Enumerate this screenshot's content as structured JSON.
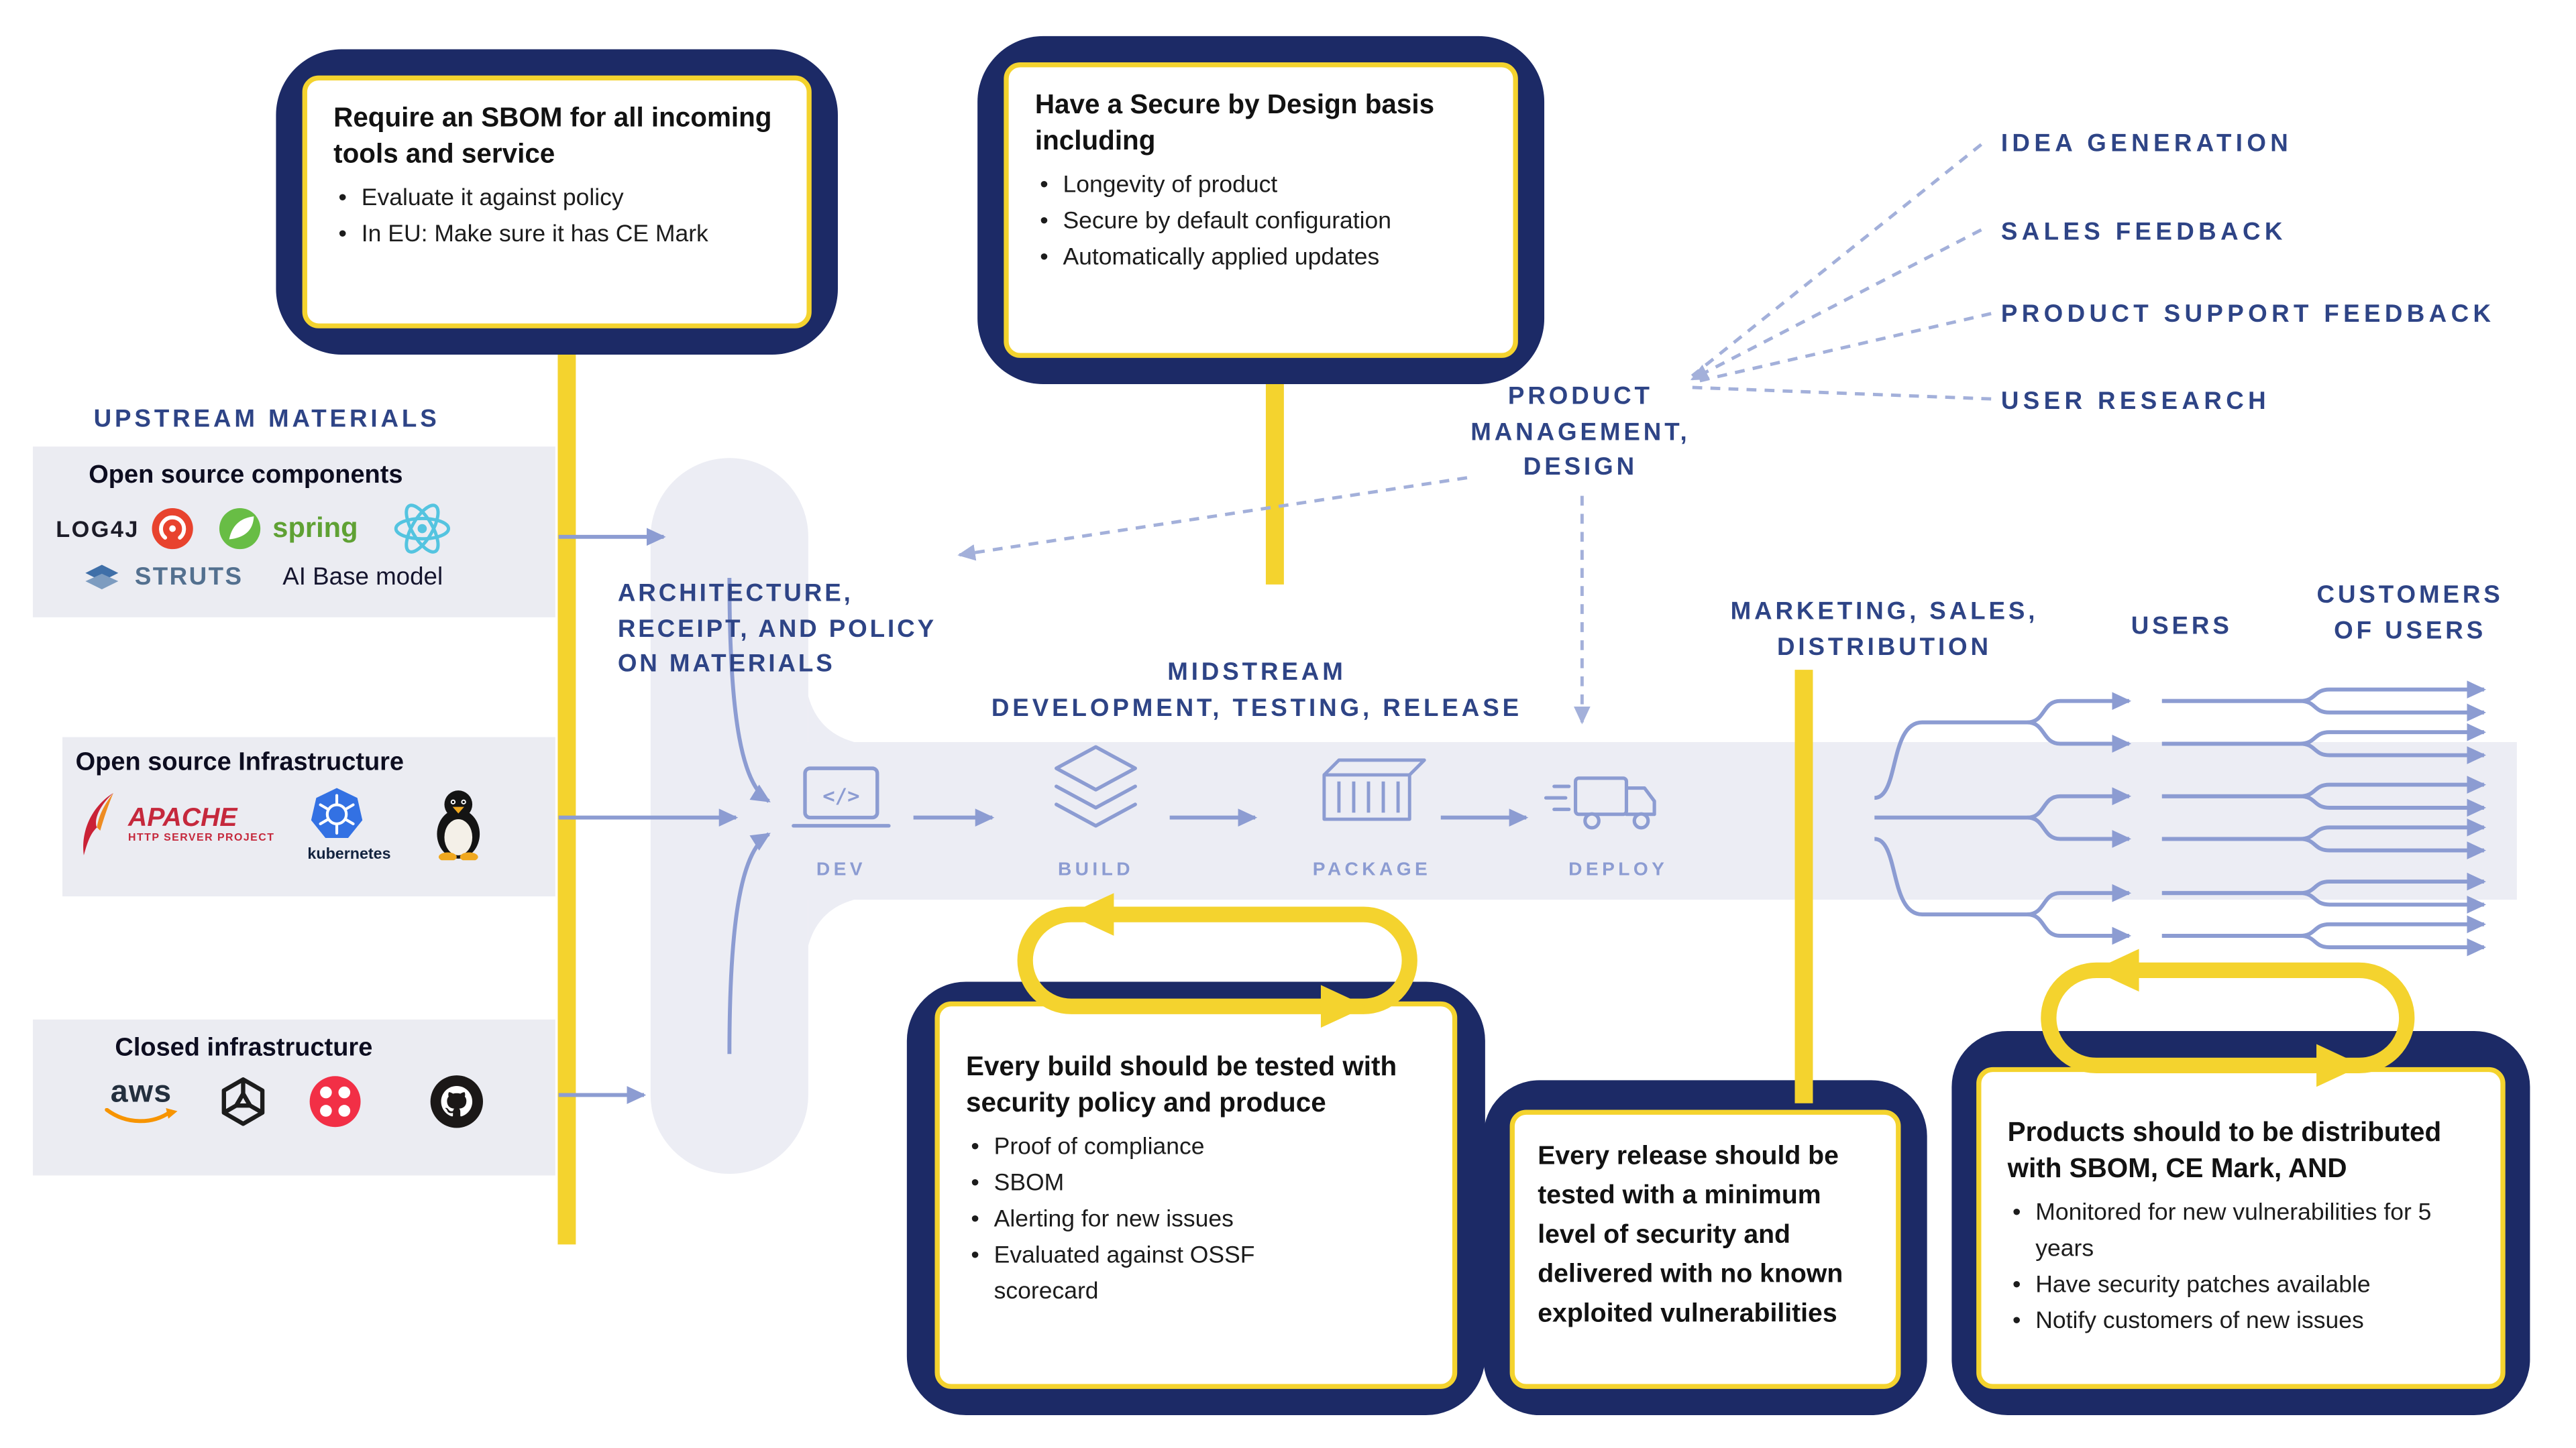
{
  "palette": {
    "navy": "#1c2a66",
    "label_blue": "#2e4486",
    "flow_blue": "#8c9cd2",
    "dashed_blue": "#a3b0da",
    "accent_yellow": "#f4d32e",
    "pipe_gray": "#ecedf4"
  },
  "callouts": {
    "sbom": {
      "title": "Require an SBOM for all incoming tools and service",
      "bullets": [
        "Evaluate it against policy",
        "In EU: Make sure it has CE Mark"
      ]
    },
    "secure_by_design": {
      "title": "Have a Secure by Design basis including",
      "bullets": [
        "Longevity of product",
        "Secure by default configuration",
        "Automatically applied updates"
      ]
    },
    "build": {
      "title": "Every build should be tested with security policy and produce",
      "bullets": [
        "Proof of compliance",
        "SBOM",
        "Alerting for new issues",
        "Evaluated against OSSF scorecard"
      ]
    },
    "release": {
      "text": "Every release should be tested with a minimum level of security and delivered with no known exploited vulnerabilities"
    },
    "distribution": {
      "title": "Products should to be distributed with SBOM, CE Mark, AND",
      "bullets": [
        "Monitored for new vulnerabilities for 5 years",
        "Have security patches available",
        "Notify customers of new issues"
      ]
    }
  },
  "labels": {
    "upstream": "UPSTREAM MATERIALS",
    "architecture": [
      "ARCHITECTURE,",
      "RECEIPT, AND POLICY",
      "ON MATERIALS"
    ],
    "midstream": [
      "MIDSTREAM",
      "DEVELOPMENT, TESTING, RELEASE"
    ],
    "product_management": [
      "PRODUCT",
      "MANAGEMENT,",
      "DESIGN"
    ],
    "marketing": [
      "MARKETING, SALES,",
      "DISTRIBUTION"
    ],
    "users": "USERS",
    "customers": [
      "CUSTOMERS",
      "OF USERS"
    ],
    "feedback": [
      "IDEA GENERATION",
      "SALES FEEDBACK",
      "PRODUCT SUPPORT FEEDBACK",
      "USER RESEARCH"
    ]
  },
  "pipeline": {
    "stages": [
      "DEV",
      "BUILD",
      "PACKAGE",
      "DEPLOY"
    ]
  },
  "sources": {
    "components": {
      "title": "Open source components",
      "log4j": "LOG4J",
      "spring": "spring",
      "struts": "STRUTS",
      "ai_model": "AI Base model"
    },
    "infrastructure": {
      "title": "Open source Infrastructure",
      "apache": "APACHE",
      "apache_sub": "HTTP SERVER PROJECT",
      "kubernetes": "kubernetes"
    },
    "closed": {
      "title": "Closed infrastructure",
      "aws": "aws"
    }
  },
  "icons": {
    "dev_code_glyph": "</>"
  }
}
